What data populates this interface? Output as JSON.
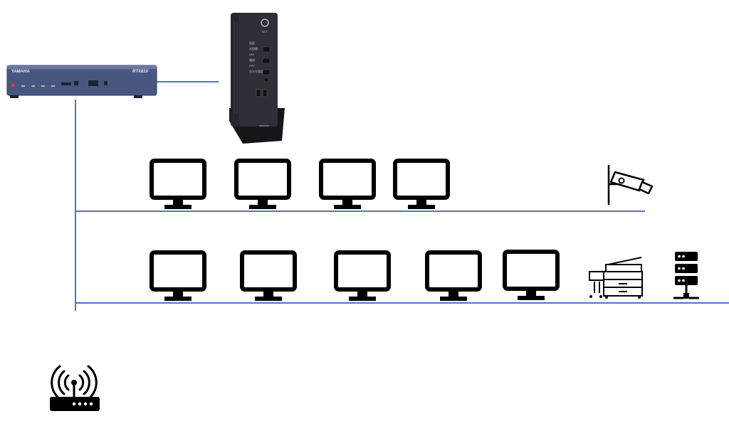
{
  "colors": {
    "background": "#ffffff",
    "line": "#4a78c0",
    "icon": "#000000",
    "router_body": "#4b5a85",
    "onu_body": "#1f2127"
  },
  "router": {
    "icon": "yamaha-router-device",
    "brand": "YAMAHA",
    "model": "RTX810"
  },
  "onu": {
    "icon": "ntt-onu-device",
    "brand": "NTT",
    "panel_labels": [
      "認証",
      "光回線",
      "UNI",
      "電源",
      "PPP",
      "ひかり電話"
    ]
  },
  "network": {
    "row1": {
      "devices": [
        "pc-monitor-icon",
        "pc-monitor-icon",
        "pc-monitor-icon",
        "pc-monitor-icon",
        "security-camera-icon"
      ]
    },
    "row2": {
      "devices": [
        "pc-monitor-icon",
        "pc-monitor-icon",
        "pc-monitor-icon",
        "pc-monitor-icon",
        "pc-monitor-icon",
        "printer-copier-icon",
        "server-rack-icon"
      ]
    }
  },
  "wireless": {
    "icon": "wifi-router-icon"
  }
}
